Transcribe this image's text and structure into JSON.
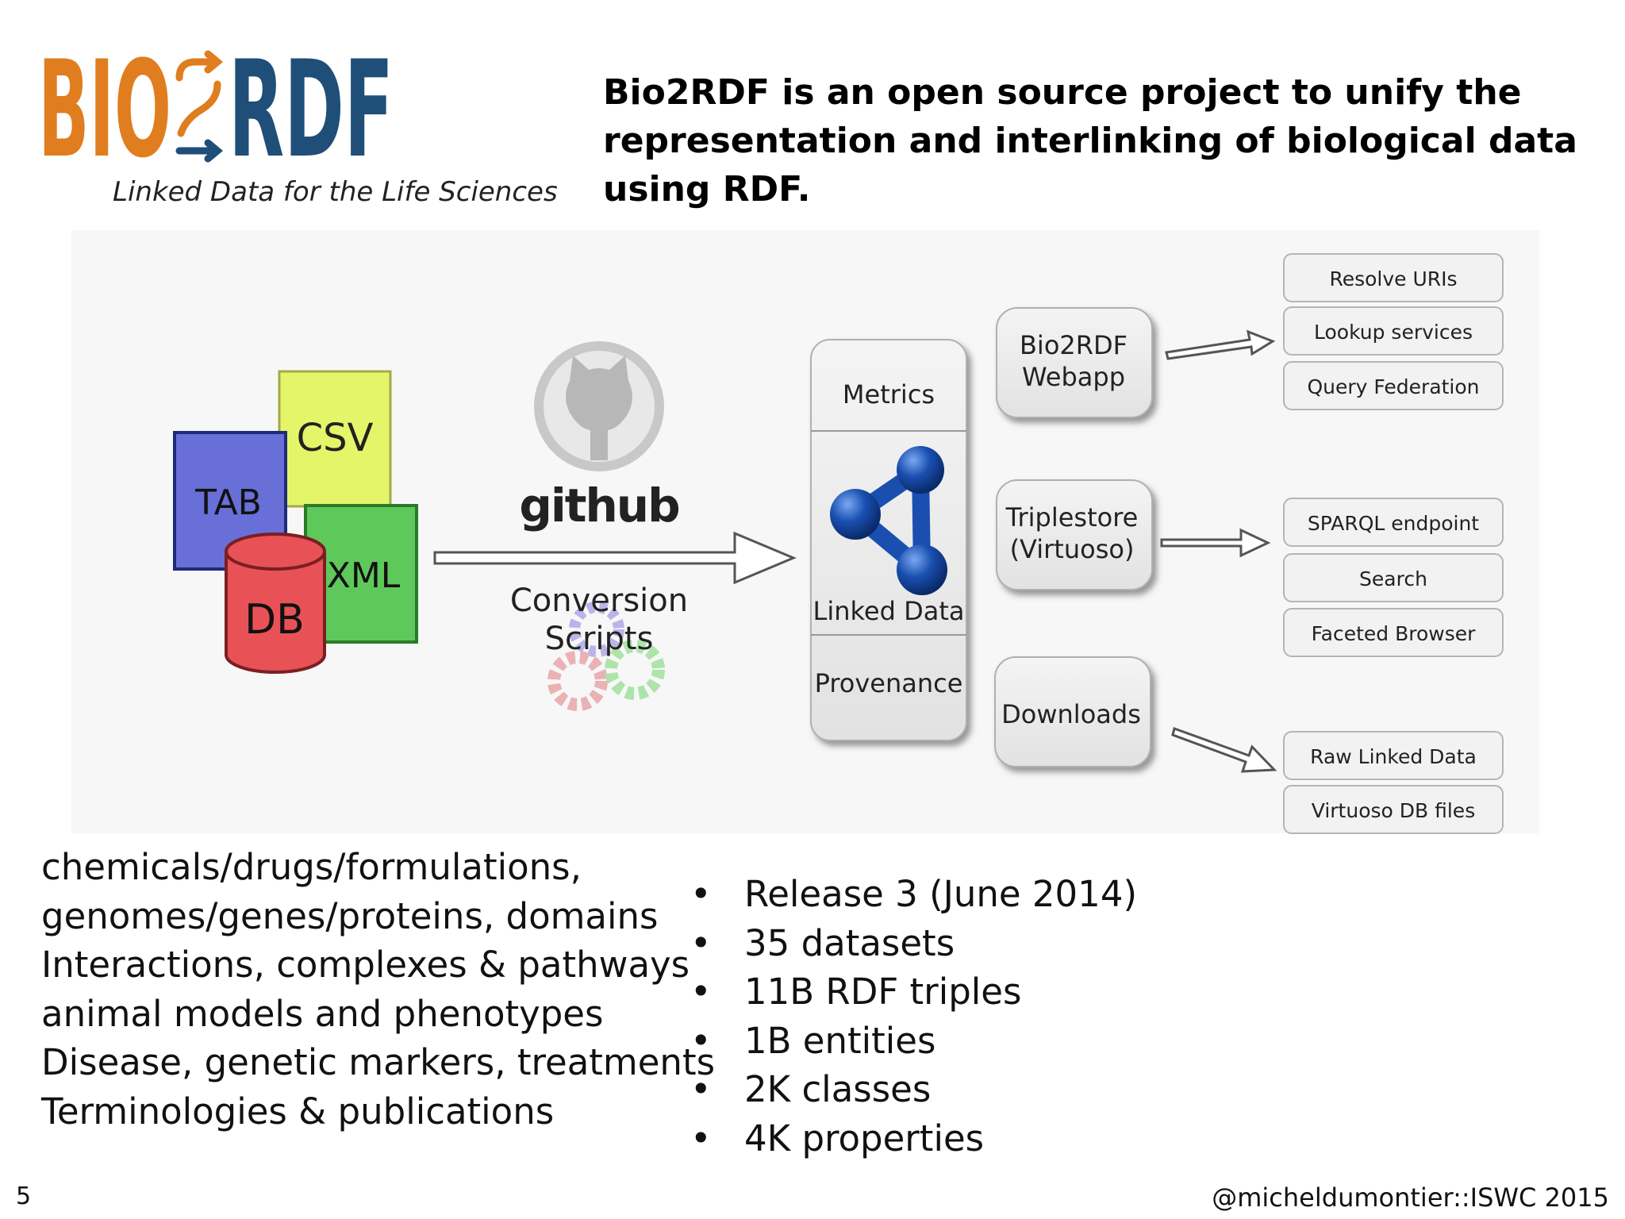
{
  "logo": {
    "part1": "BIO",
    "part2": "RDF"
  },
  "tagline": "Linked Data for the Life Sciences",
  "headline": [
    "Bio2RDF is an open source project to unify the",
    "representation and interlinking of biological data using RDF."
  ],
  "sources": {
    "csv": "CSV",
    "tab": "TAB",
    "xml": "XML",
    "db": "DB"
  },
  "github": "github",
  "conversion": [
    "Conversion",
    "Scripts"
  ],
  "center": {
    "metrics": "Metrics",
    "linked": "Linked Data",
    "provenance": "Provenance"
  },
  "mid": {
    "webapp": [
      "Bio2RDF",
      "Webapp"
    ],
    "triplestore": [
      "Triplestore",
      "(Virtuoso)"
    ],
    "downloads": "Downloads"
  },
  "services": {
    "webapp": [
      "Resolve URIs",
      "Lookup services",
      "Query Federation"
    ],
    "triplestore": [
      "SPARQL endpoint",
      "Search",
      "Faceted Browser"
    ],
    "downloads": [
      "Raw Linked Data",
      "Virtuoso DB files"
    ]
  },
  "left_list": [
    "chemicals/drugs/formulations,",
    "genomes/genes/proteins, domains",
    "Interactions, complexes & pathways",
    "animal models and phenotypes",
    "Disease, genetic markers, treatments",
    "Terminologies & publications"
  ],
  "stats": [
    "Release 3 (June 2014)",
    "35 datasets",
    "11B RDF triples",
    "1B entities",
    "2K classes",
    "4K properties"
  ],
  "bullet_char": "•",
  "page_number": "5",
  "footer": "@micheldumontier::ISWC 2015"
}
